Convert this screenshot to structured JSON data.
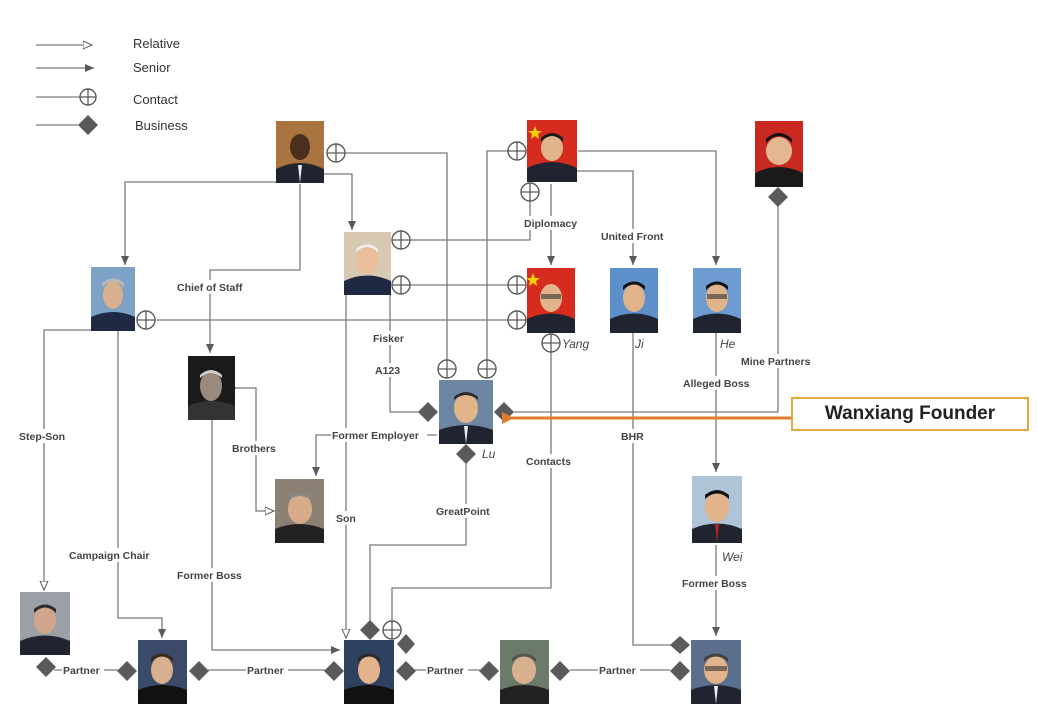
{
  "legend": [
    {
      "label": "Relative",
      "style": "open-arrow"
    },
    {
      "label": "Senior",
      "style": "filled-arrow"
    },
    {
      "label": "Contact",
      "style": "circle-cross"
    },
    {
      "label": "Business",
      "style": "diamond"
    }
  ],
  "people": [
    {
      "id": "p-obama",
      "name": "",
      "icon": "person-portrait-icon"
    },
    {
      "id": "p-xi",
      "name": "",
      "icon": "person-portrait-icon"
    },
    {
      "id": "p-kim",
      "name": "",
      "icon": "person-portrait-icon"
    },
    {
      "id": "p-biden",
      "name": "",
      "icon": "person-portrait-icon"
    },
    {
      "id": "p-kerry",
      "name": "",
      "icon": "person-portrait-icon"
    },
    {
      "id": "p-yang",
      "name": "Yang",
      "icon": "person-portrait-icon"
    },
    {
      "id": "p-ji",
      "name": "Ji",
      "icon": "person-portrait-icon"
    },
    {
      "id": "p-he",
      "name": "He",
      "icon": "person-portrait-icon"
    },
    {
      "id": "p-older",
      "name": "",
      "icon": "person-portrait-icon"
    },
    {
      "id": "p-lu",
      "name": "Lu",
      "icon": "person-portrait-icon"
    },
    {
      "id": "p-brother",
      "name": "",
      "icon": "person-portrait-icon"
    },
    {
      "id": "p-wei",
      "name": "Wei",
      "icon": "person-portrait-icon"
    },
    {
      "id": "p-stepson",
      "name": "",
      "icon": "person-portrait-icon"
    },
    {
      "id": "p-partner1",
      "name": "",
      "icon": "person-portrait-icon"
    },
    {
      "id": "p-hunter",
      "name": "",
      "icon": "person-portrait-icon"
    },
    {
      "id": "p-partner2",
      "name": "",
      "icon": "person-portrait-icon"
    },
    {
      "id": "p-partner3",
      "name": "",
      "icon": "person-portrait-icon"
    }
  ],
  "edge_labels": {
    "diplomacy": "Diplomacy",
    "united_front": "United Front",
    "chief_of_staff": "Chief of Staff",
    "fisker": "Fisker",
    "a123": "A123",
    "mine_partners": "Mine Partners",
    "alleged_boss": "Alleged Boss",
    "step_son": "Step-Son",
    "brothers": "Brothers",
    "former_employer": "Former Employer",
    "bhr": "BHR",
    "contacts": "Contacts",
    "greatpoint": "GreatPoint",
    "son": "Son",
    "campaign_chair": "Campaign Chair",
    "former_boss_left": "Former Boss",
    "former_boss_right": "Former Boss",
    "partner_1": "Partner",
    "partner_2": "Partner",
    "partner_3": "Partner",
    "partner_4": "Partner"
  },
  "callout": {
    "text": "Wanxiang Founder",
    "border_color": "#e5a83a",
    "arrow_color": "#e07a2e"
  },
  "colors": {
    "edge": "#7a7a7a",
    "marker": "#5a5a5a",
    "red_flag": "#d62b1f"
  }
}
